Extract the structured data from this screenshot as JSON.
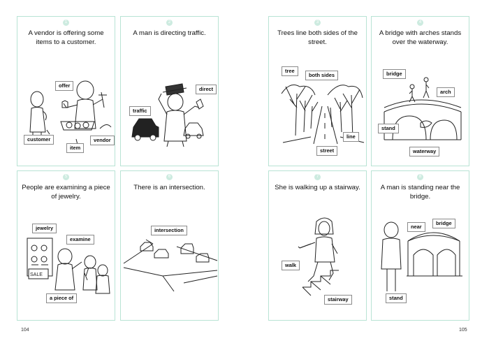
{
  "pages": {
    "left_number": "104",
    "right_number": "105"
  },
  "cards": [
    {
      "number": "1",
      "sentence": "A vendor is offering some items to a customer.",
      "labels": [
        "offer",
        "customer",
        "item",
        "vendor"
      ]
    },
    {
      "number": "2",
      "sentence": "A man is directing traffic.",
      "labels": [
        "direct",
        "traffic"
      ]
    },
    {
      "number": "3",
      "sentence": "Trees line both sides of the street.",
      "labels": [
        "tree",
        "both sides",
        "line",
        "street"
      ]
    },
    {
      "number": "4",
      "sentence": "A bridge with arches stands over the waterway.",
      "labels": [
        "bridge",
        "arch",
        "stand",
        "waterway"
      ]
    },
    {
      "number": "5",
      "sentence": "People are examining a piece of jewelry.",
      "labels": [
        "jewelry",
        "examine",
        "a piece of"
      ]
    },
    {
      "number": "6",
      "sentence": "There is an intersection.",
      "labels": [
        "intersection"
      ]
    },
    {
      "number": "7",
      "sentence": "She is walking up a stairway.",
      "labels": [
        "walk",
        "stairway"
      ]
    },
    {
      "number": "8",
      "sentence": "A man is standing near the bridge.",
      "labels": [
        "near",
        "bridge",
        "stand"
      ]
    }
  ],
  "sale_sign": "SALE"
}
